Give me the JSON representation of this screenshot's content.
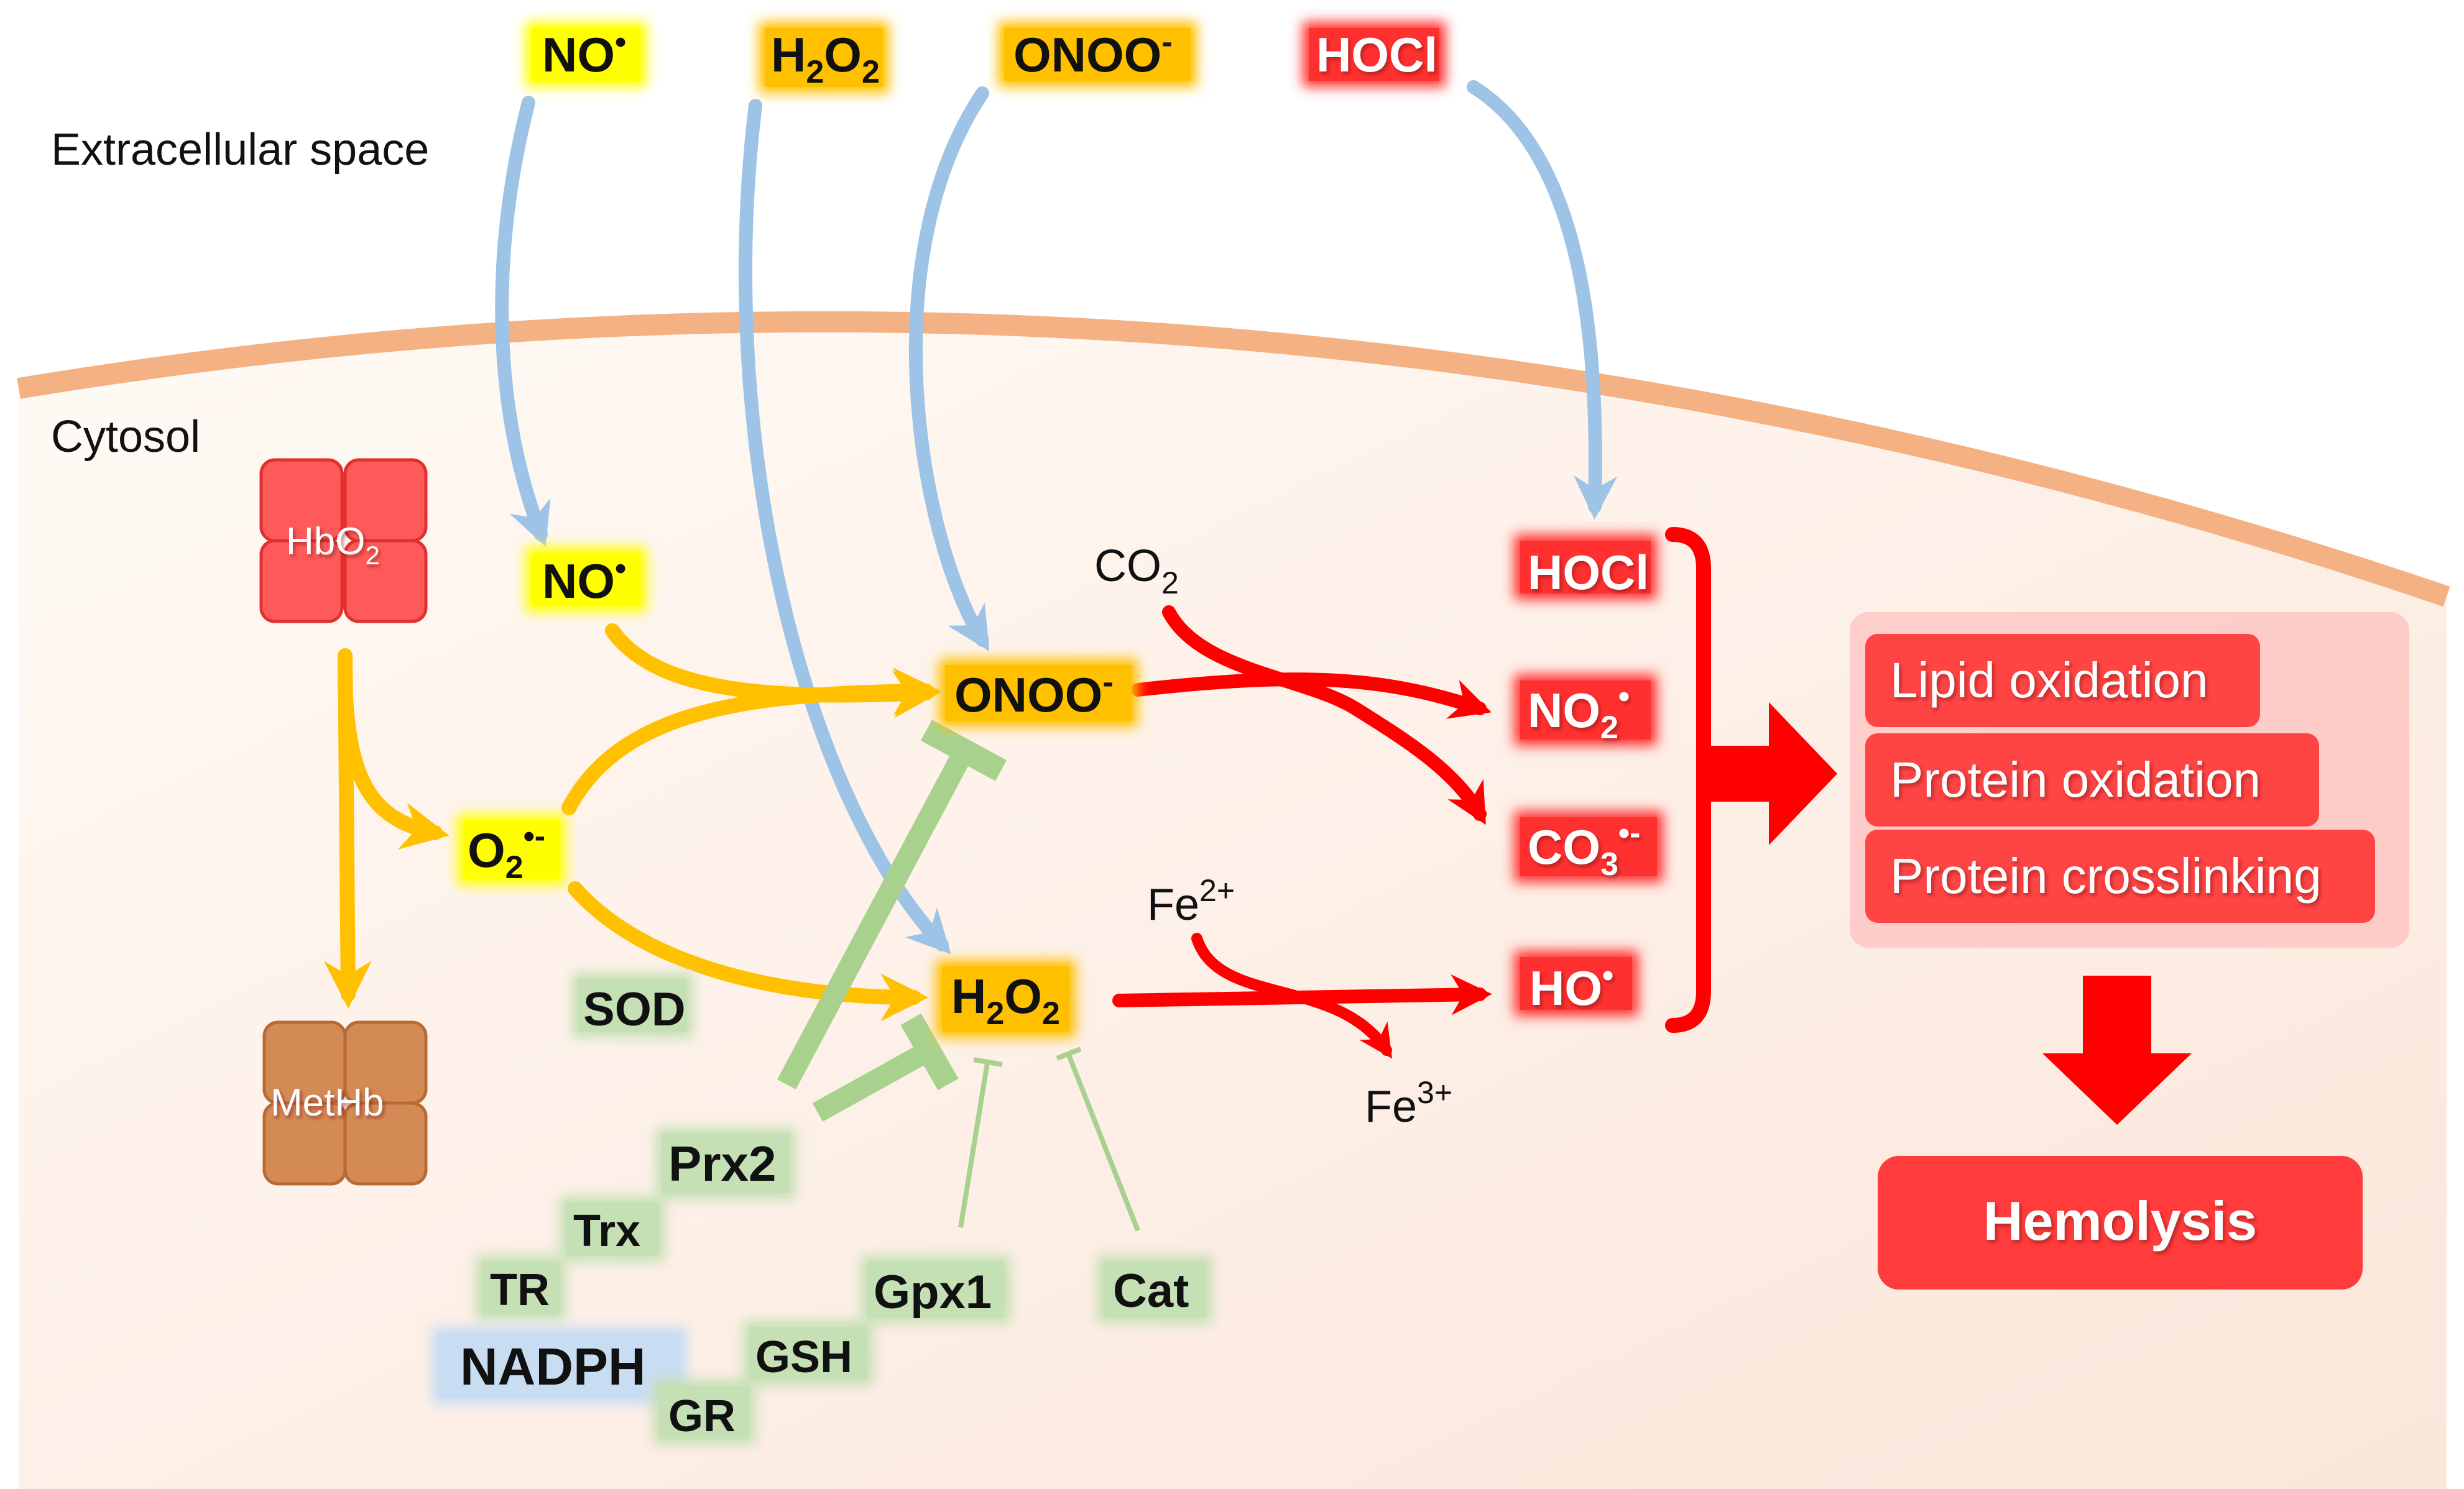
{
  "regions": {
    "extracellular": "Extracellular space",
    "cytosol": "Cytosol"
  },
  "extracellular_species": {
    "no_radical": {
      "main": "NO",
      "sup": "•"
    },
    "h2o2": {
      "a": "H",
      "a_sub": "2",
      "b": "O",
      "b_sub": "2"
    },
    "peroxynitrite": {
      "main": "ONOO",
      "sup": "-"
    },
    "hocl": "HOCl"
  },
  "cytosol_species": {
    "hbo2": {
      "main": "HbO",
      "sub": "2"
    },
    "methb": "MetHb",
    "no_radical": {
      "main": "NO",
      "sup": "•"
    },
    "superoxide": {
      "main": "O",
      "sub": "2",
      "sup": "•-"
    },
    "peroxynitrite": {
      "main": "ONOO",
      "sup": "-"
    },
    "h2o2": {
      "a": "H",
      "a_sub": "2",
      "b": "O",
      "b_sub": "2"
    },
    "co2": {
      "main": "CO",
      "sub": "2"
    },
    "fe2": {
      "main": "Fe",
      "sup": "2+"
    },
    "fe3": {
      "main": "Fe",
      "sup": "3+"
    }
  },
  "reactive_species": {
    "hocl": "HOCl",
    "no2": {
      "main": "NO",
      "sub": "2",
      "sup": "•"
    },
    "co3": {
      "main": "CO",
      "sub": "3",
      "sup": "•-"
    },
    "ho": {
      "main": "HO",
      "sup": "•"
    }
  },
  "antioxidants": {
    "sod": "SOD",
    "prx2": "Prx2",
    "trx": "Trx",
    "tr": "TR",
    "nadph": "NADPH",
    "gr": "GR",
    "gsh": "GSH",
    "gpx1": "Gpx1",
    "cat": "Cat"
  },
  "outcomes": [
    "Lipid oxidation",
    "Protein oxidation",
    "Protein crosslinking"
  ],
  "final_outcome": "Hemolysis",
  "colors": {
    "arrow_blue": "#9dc3e6",
    "arrow_orange": "#ffc000",
    "arrow_red": "#ff0000",
    "inhibit_green": "#a9d18e",
    "label_yellow": "#ffff00",
    "label_orange": "#ffc000",
    "label_red": "#ff3030",
    "label_green": "#c5e0b4",
    "label_blue": "#c9ddf2",
    "membrane": "#f4b183",
    "hb_red": "#ff5a5a",
    "methb_brown": "#d48a55"
  }
}
